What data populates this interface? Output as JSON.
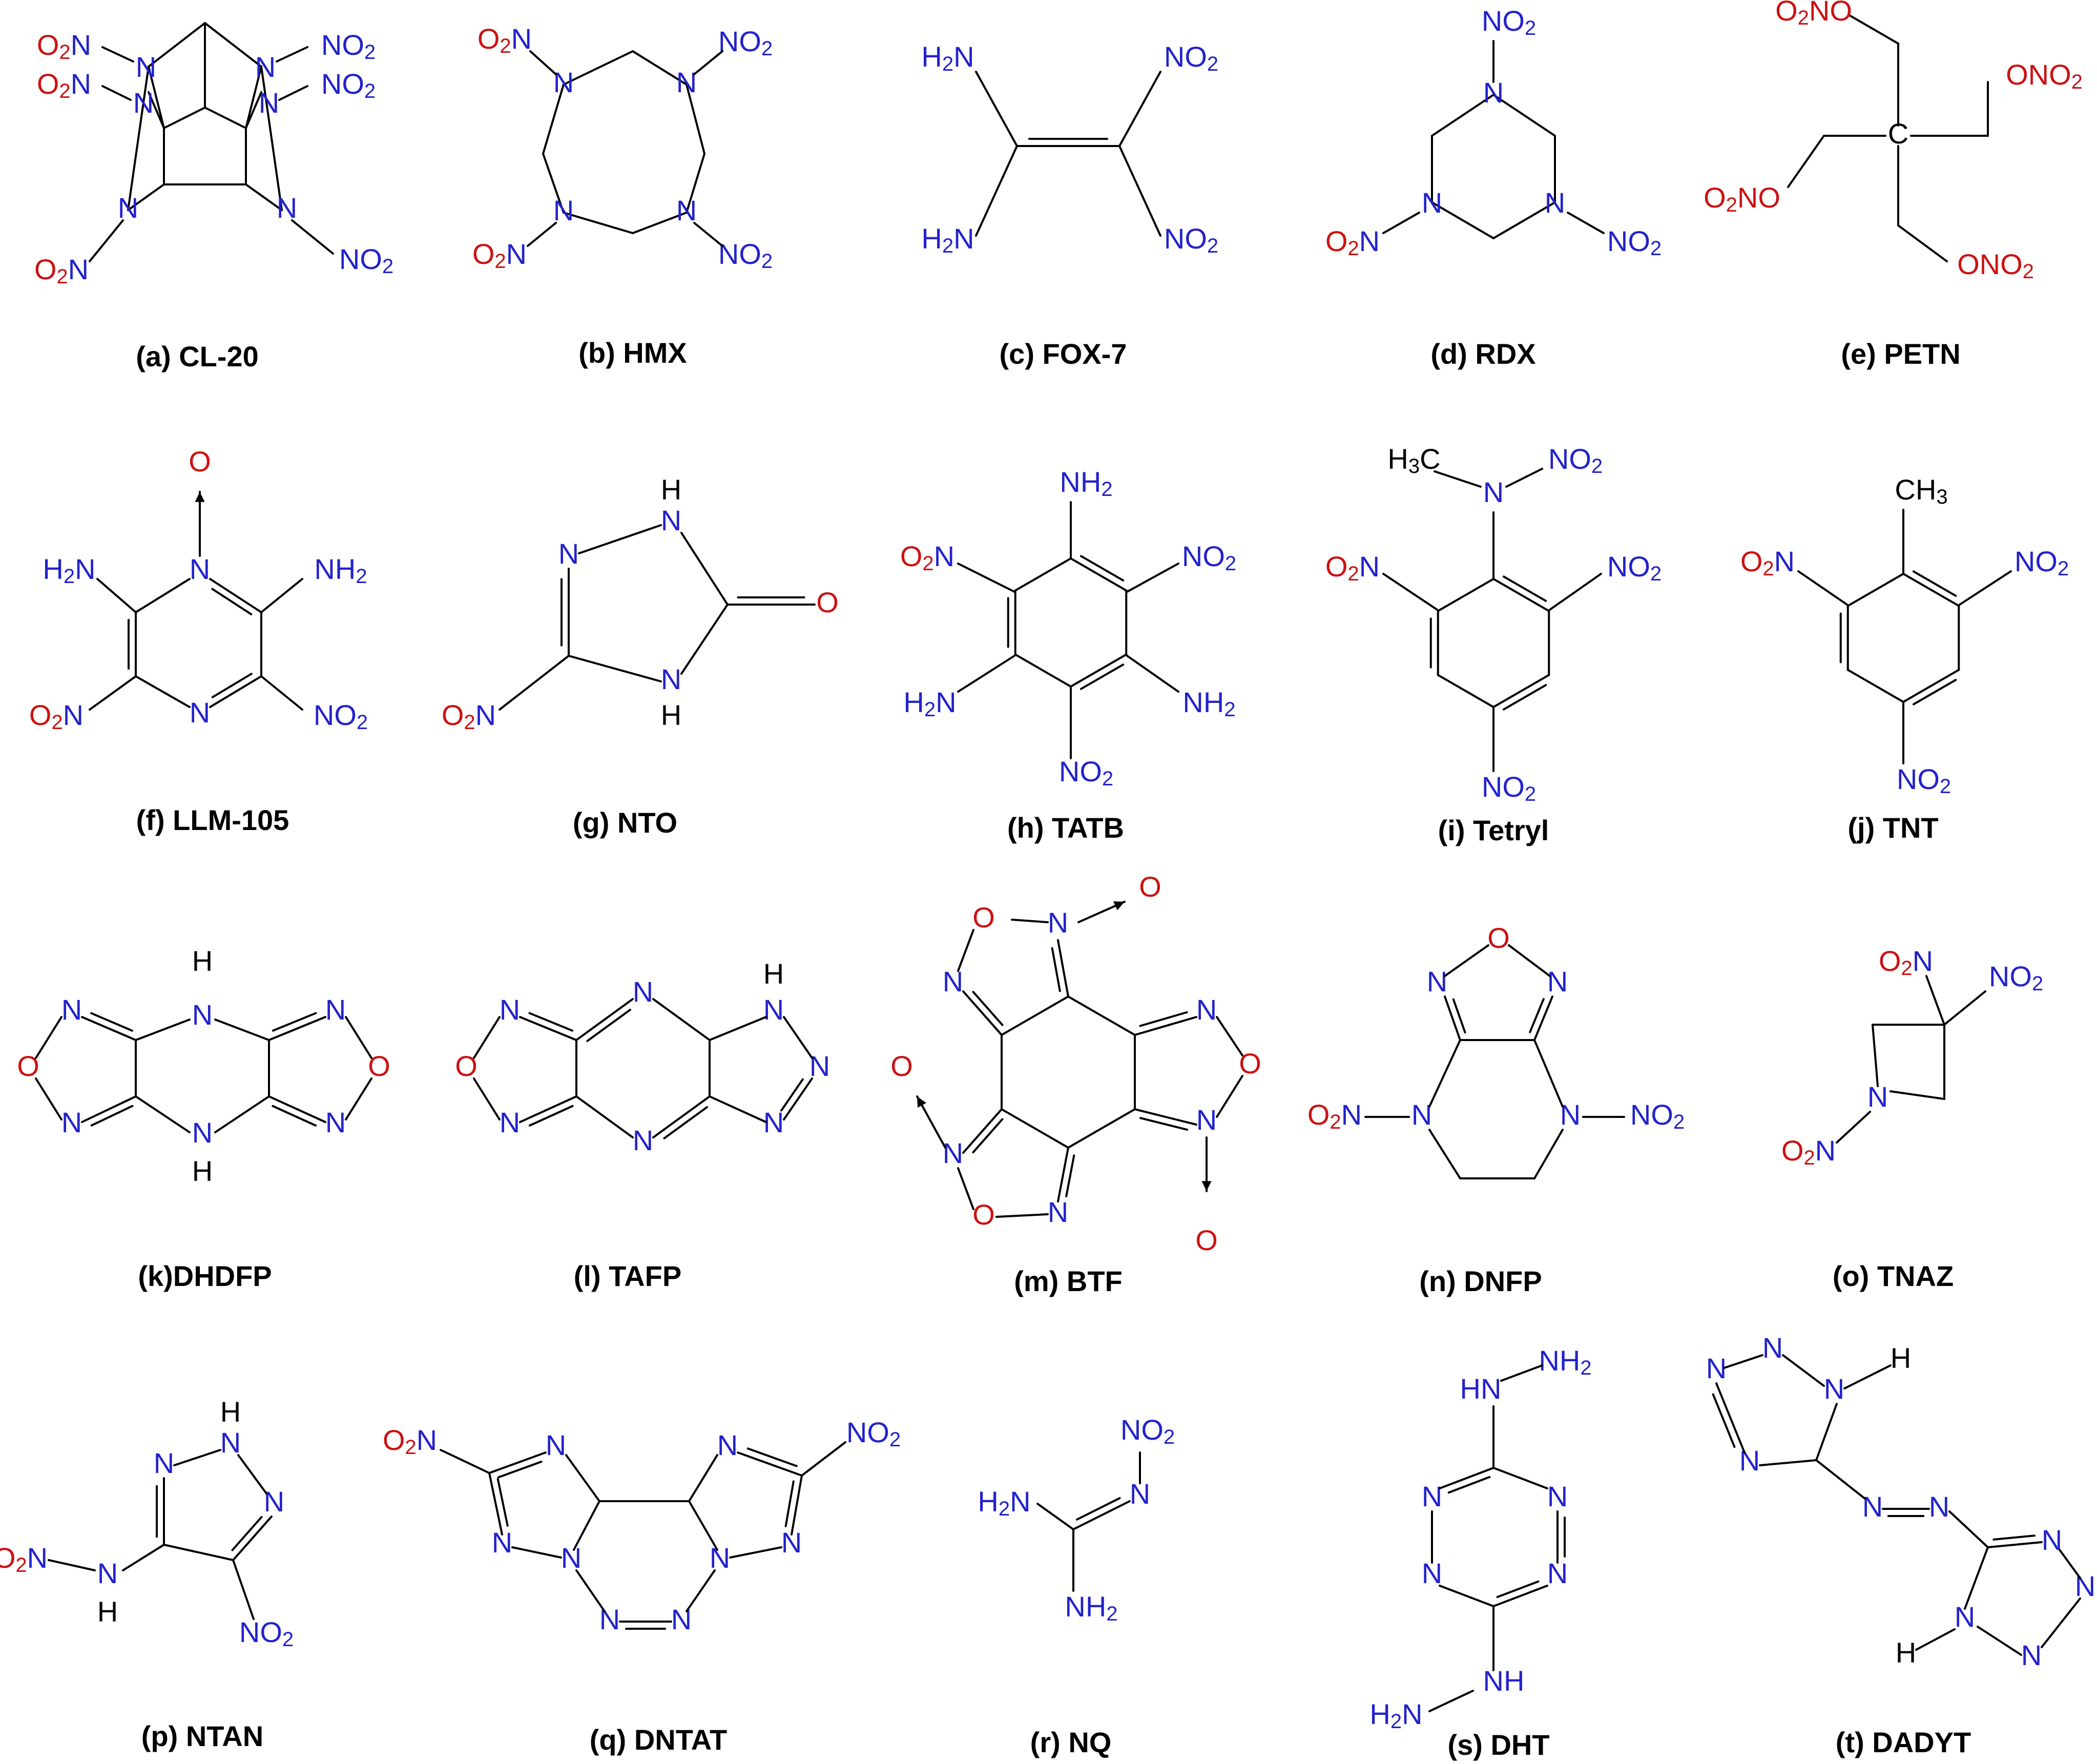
{
  "colors": {
    "nitrogen": "#2222cc",
    "oxygen": "#cc1111",
    "carbon": "#000000",
    "bond": "#000000",
    "caption": "#000000"
  },
  "compounds": [
    {
      "id": "a",
      "caption": "(a) CL-20"
    },
    {
      "id": "b",
      "caption": "(b) HMX"
    },
    {
      "id": "c",
      "caption": "(c) FOX-7"
    },
    {
      "id": "d",
      "caption": "(d) RDX"
    },
    {
      "id": "e",
      "caption": "(e) PETN"
    },
    {
      "id": "f",
      "caption": "(f) LLM-105"
    },
    {
      "id": "g",
      "caption": "(g) NTO"
    },
    {
      "id": "h",
      "caption": "(h) TATB"
    },
    {
      "id": "i",
      "caption": "(i) Tetryl"
    },
    {
      "id": "j",
      "caption": "(j) TNT"
    },
    {
      "id": "k",
      "caption": "(k)DHDFP"
    },
    {
      "id": "l",
      "caption": "(l) TAFP"
    },
    {
      "id": "m",
      "caption": "(m) BTF"
    },
    {
      "id": "n",
      "caption": "(n) DNFP"
    },
    {
      "id": "o",
      "caption": "(o) TNAZ"
    },
    {
      "id": "p",
      "caption": "(p) NTAN"
    },
    {
      "id": "q",
      "caption": "(q) DNTAT"
    },
    {
      "id": "r",
      "caption": "(r) NQ"
    },
    {
      "id": "s",
      "caption": "(s) DHT"
    },
    {
      "id": "t",
      "caption": "(t) DADYT"
    }
  ]
}
